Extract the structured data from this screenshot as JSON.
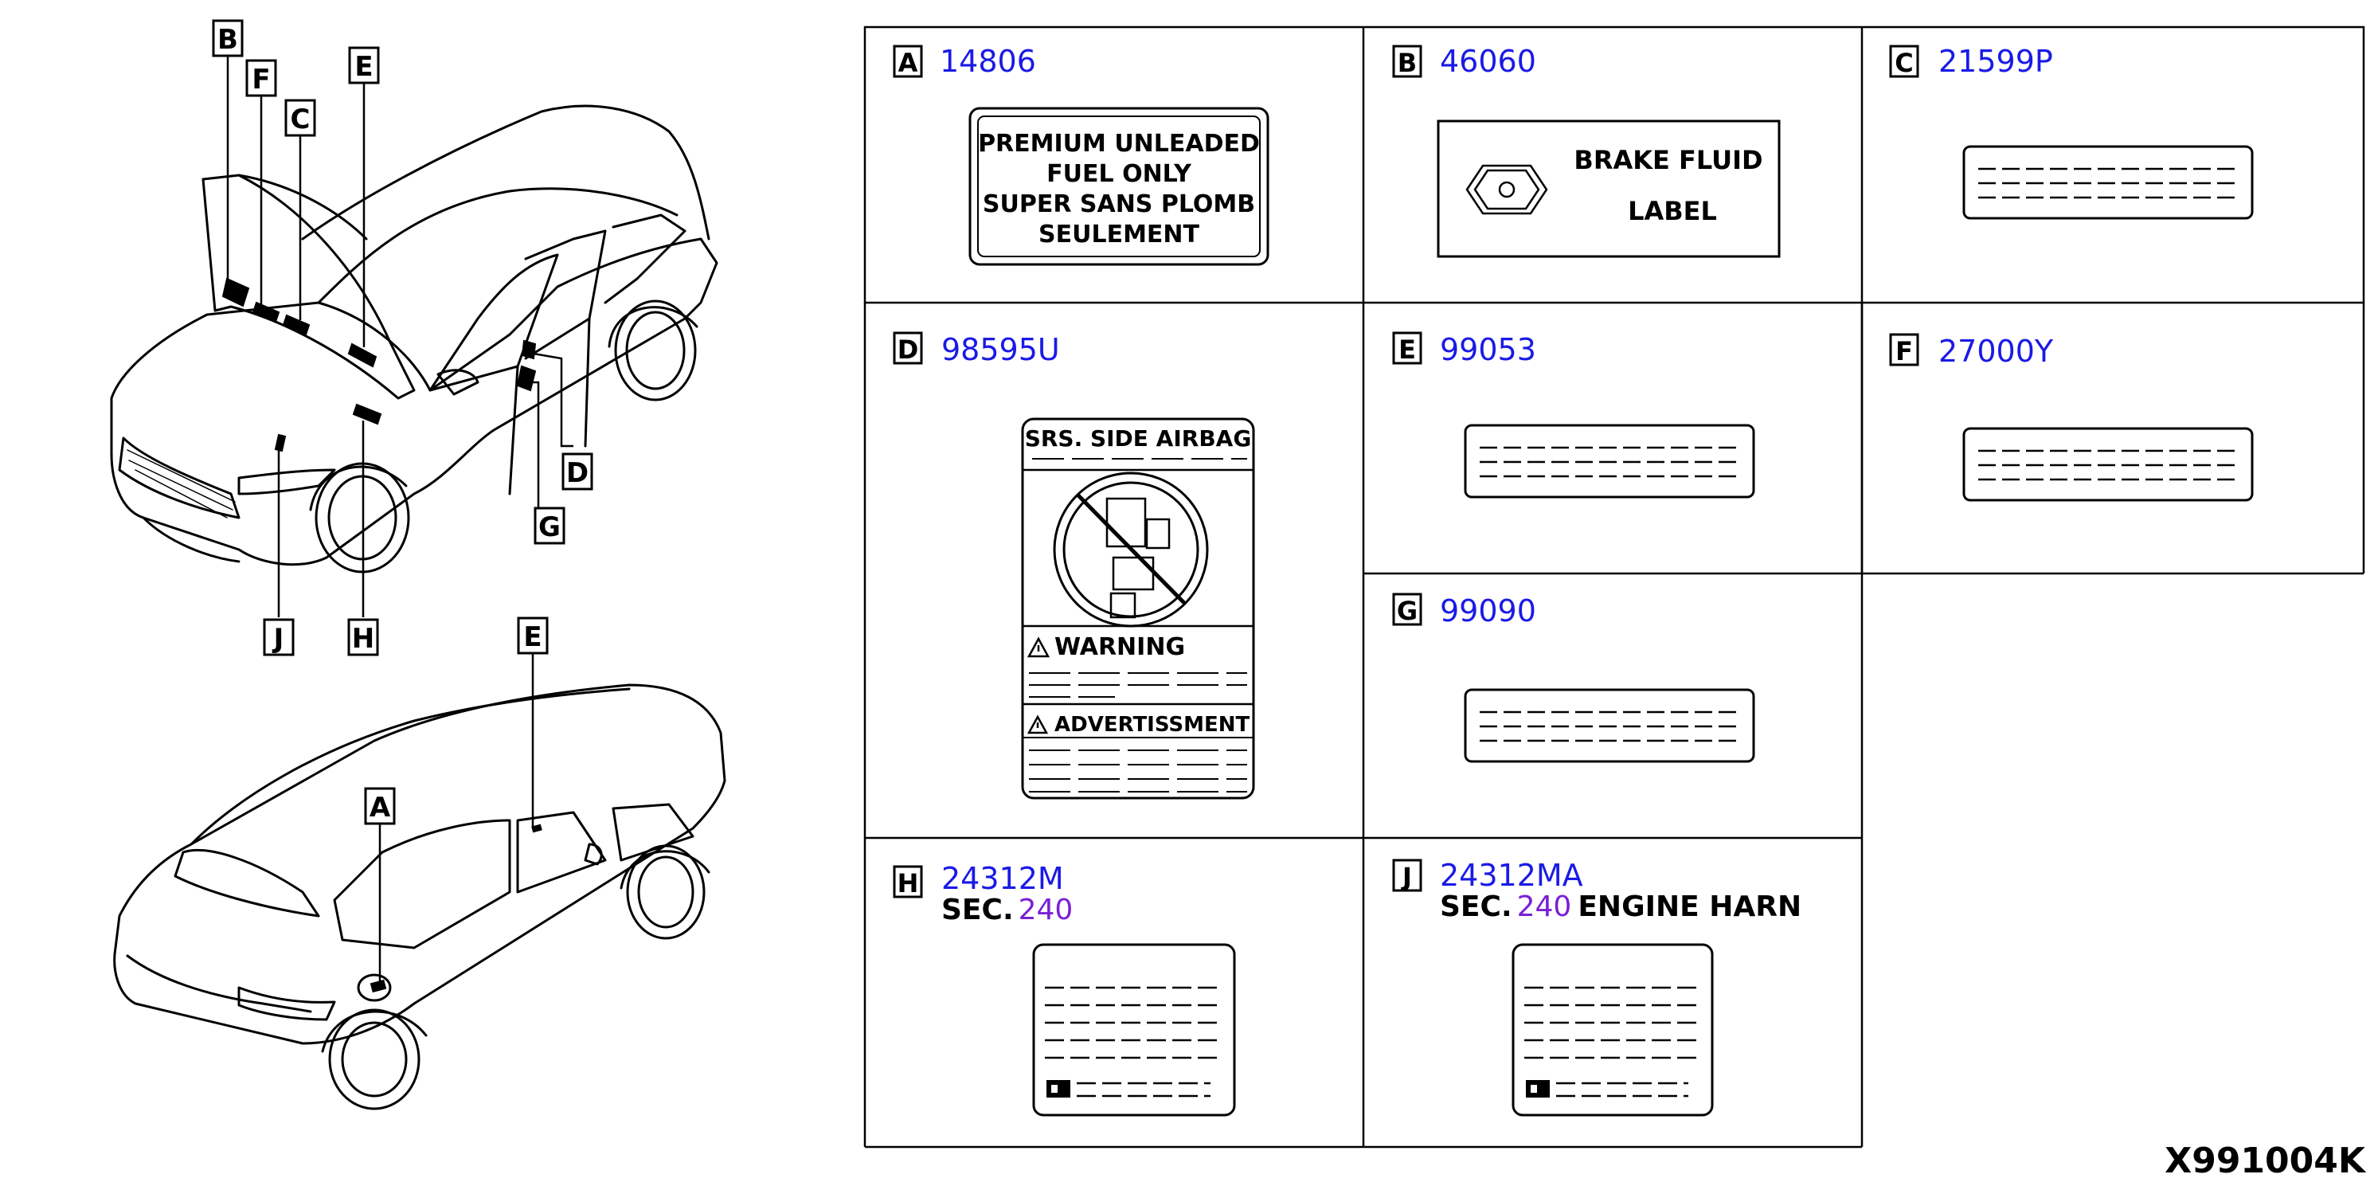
{
  "diagram_id": "X991004K",
  "callouts": {
    "B": "B",
    "F": "F",
    "C": "C",
    "E_front": "E",
    "D": "D",
    "G": "G",
    "J": "J",
    "H": "H",
    "E_rear": "E",
    "A": "A"
  },
  "cells": {
    "A": {
      "letter": "A",
      "part": "14806",
      "label_lines": [
        "PREMIUM UNLEADED",
        "FUEL  ONLY",
        "SUPER SANS PLOMB",
        "SEULEMENT"
      ]
    },
    "B": {
      "letter": "B",
      "part": "46060",
      "label_lines": [
        "BRAKE FLUID",
        "LABEL"
      ]
    },
    "C": {
      "letter": "C",
      "part": "21599P"
    },
    "D": {
      "letter": "D",
      "part": "98595U",
      "header": "SRS. SIDE AIRBAG",
      "warning": "WARNING",
      "advert": "ADVERTISSMENT"
    },
    "E": {
      "letter": "E",
      "part": "99053"
    },
    "F": {
      "letter": "F",
      "part": "27000Y"
    },
    "G": {
      "letter": "G",
      "part": "99090"
    },
    "H": {
      "letter": "H",
      "part": "24312M",
      "sec": "SEC.",
      "sec_num": "240"
    },
    "J": {
      "letter": "J",
      "part": "24312MA",
      "sec": "SEC.",
      "sec_num": "240",
      "extra": "ENGINE HARN"
    }
  },
  "colors": {
    "part_number": "#1a1ae6",
    "section_number": "#7a1fd6"
  }
}
